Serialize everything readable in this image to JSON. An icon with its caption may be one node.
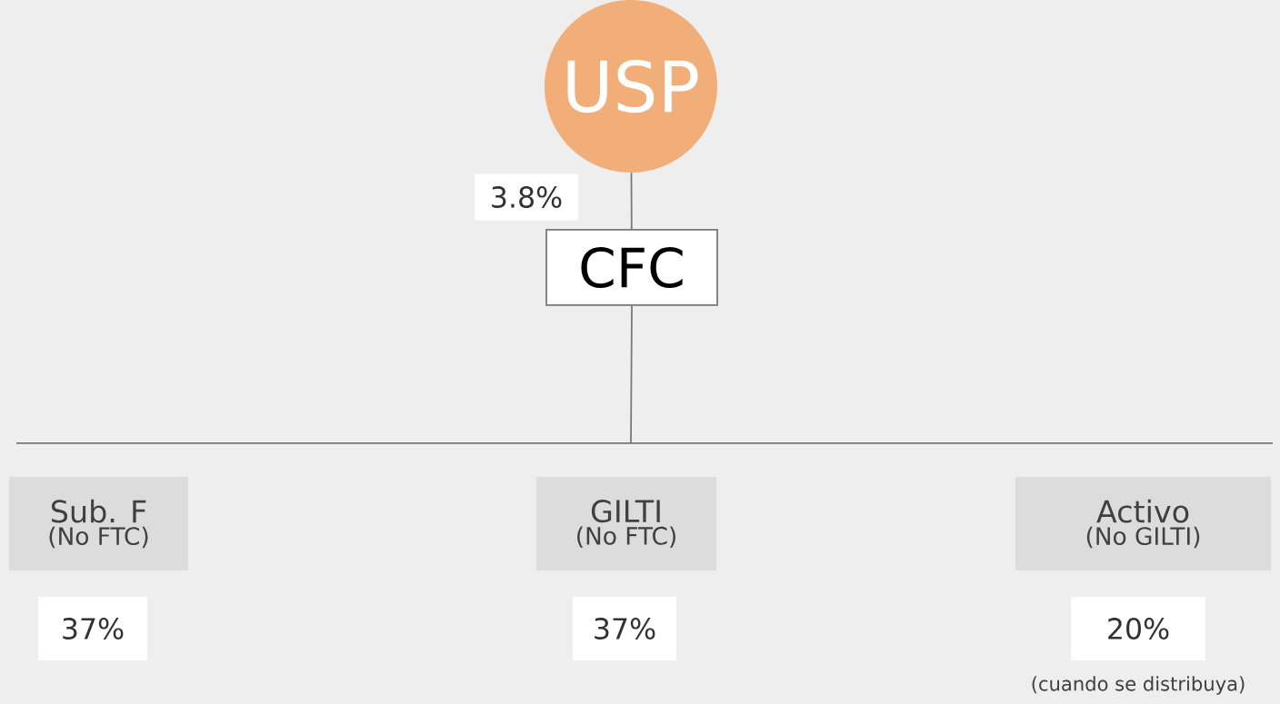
{
  "diagram": {
    "nodes": [
      {
        "text": [
          "USP"
        ]
      },
      {
        "text": [
          "CFC"
        ]
      },
      {
        "text": [
          "Sub. F",
          "(No FTC)"
        ]
      },
      {
        "text": [
          "GILTI",
          "(No FTC)"
        ]
      },
      {
        "text": [
          "Activo",
          "(No GILTI)"
        ]
      },
      {
        "text": [
          "37%"
        ]
      },
      {
        "text": [
          "37%"
        ]
      },
      {
        "text": [
          "20%"
        ],
        "beside": [
          "(cuando se distribuya)"
        ]
      }
    ],
    "edges": [
      {
        "from": 0,
        "to": 1,
        "arrow": "none",
        "label": "3.8%"
      },
      {
        "from": 1,
        "to": null,
        "arrow": "none"
      }
    ]
  }
}
